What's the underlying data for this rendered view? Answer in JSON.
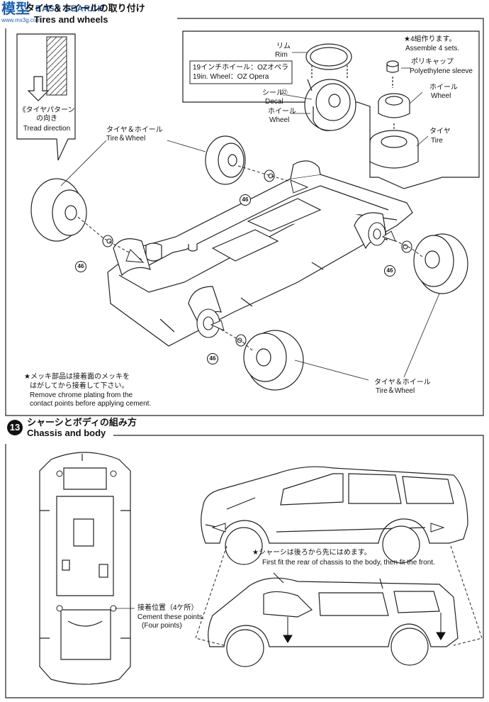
{
  "watermark": {
    "cn": "模型",
    "en": "EASY SEARCH",
    "url": "www.mx3g.com"
  },
  "step12": {
    "title_jp": "タイヤ＆ホイールの取り付け",
    "title_en": "Tires and wheels",
    "tread": {
      "jp1": "《タイヤパターン",
      "jp2": "の向き",
      "en": "Tread direction"
    },
    "rim": {
      "jp": "リム",
      "en": "Rim"
    },
    "wheel_type": {
      "jp": "19インチホイール：OZオペラ",
      "en": "19in. Wheel：OZ Opera"
    },
    "decal": {
      "jp": "シール",
      "en": "Decal",
      "num": "⑫"
    },
    "wheel_left": {
      "jp": "ホイール",
      "en": "Wheel"
    },
    "assemble": {
      "jp": "★4組作ります。",
      "en": "Assemble 4 sets."
    },
    "sleeve": {
      "jp": "ポリキャップ",
      "en": "Polyethylene sleeve"
    },
    "wheel_right": {
      "jp": "ホイール",
      "en": "Wheel"
    },
    "tire": {
      "jp": "タイヤ",
      "en": "Tire"
    },
    "tire_wheel_top": {
      "jp": "タイヤ＆ホイール",
      "en": "Tire＆Wheel"
    },
    "tire_wheel_bottom": {
      "jp": "タイヤ＆ホイール",
      "en": "Tire＆Wheel"
    },
    "part_number": "46",
    "chrome_note": {
      "jp1": "★メッキ部品は接着面のメッキを",
      "jp2": "はがしてから接着して下さい。",
      "en1": "Remove chrome plating from the",
      "en2": "contact points before applying cement."
    }
  },
  "step13": {
    "number": "13",
    "title_jp": "シャーシとボディの組み方",
    "title_en": "Chassis and body",
    "cement": {
      "jp": "接着位置（4ケ所）",
      "en1": "Cement these points.",
      "en2": "(Four points)"
    },
    "fit_note": {
      "jp": "★シャーシは後ろから先にはめます。",
      "en": "First fit the rear of chassis to the body, then fit the front."
    }
  }
}
